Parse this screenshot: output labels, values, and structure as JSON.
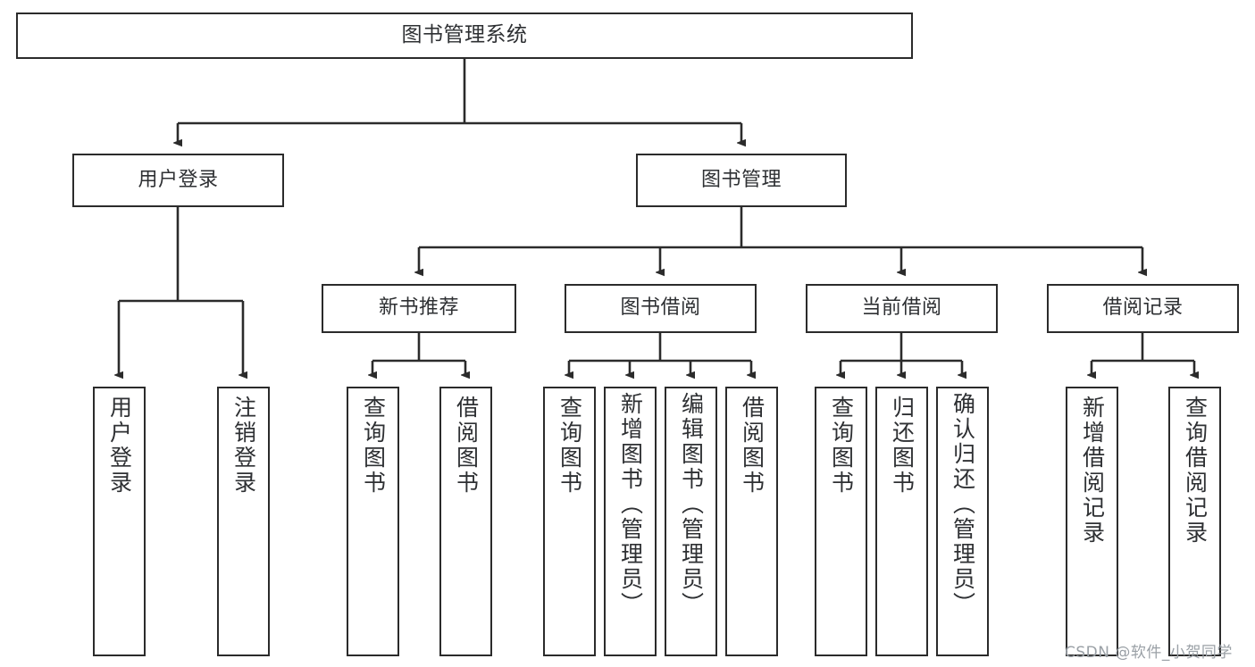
{
  "diagram": {
    "type": "tree-hierarchy-chart",
    "title": "图书管理系统",
    "stroke_color": "#2b2b2b",
    "text_color": "#2e3033",
    "background_color": "#ffffff"
  },
  "root": {
    "label": "图书管理系统"
  },
  "level2": [
    {
      "label": "用户登录"
    },
    {
      "label": "图书管理"
    }
  ],
  "level3": [
    {
      "label": "新书推荐"
    },
    {
      "label": "图书借阅"
    },
    {
      "label": "当前借阅"
    },
    {
      "label": "借阅记录"
    }
  ],
  "leaves": {
    "user_login": [
      {
        "label": "用户登录"
      },
      {
        "label": "注销登录"
      }
    ],
    "new_book_recommend": [
      {
        "label": "查询图书"
      },
      {
        "label": "借阅图书"
      }
    ],
    "book_borrow": [
      {
        "label": "查询图书"
      },
      {
        "label": "新增图书（管理员）"
      },
      {
        "label": "编辑图书（管理员）"
      },
      {
        "label": "借阅图书"
      }
    ],
    "current_borrow": [
      {
        "label": "查询图书"
      },
      {
        "label": "归还图书"
      },
      {
        "label": "确认归还（管理员）"
      }
    ],
    "borrow_record": [
      {
        "label": "新增借阅记录"
      },
      {
        "label": "查询借阅记录"
      }
    ]
  },
  "watermark": {
    "text": "CSDN @软件_小贺同学"
  }
}
